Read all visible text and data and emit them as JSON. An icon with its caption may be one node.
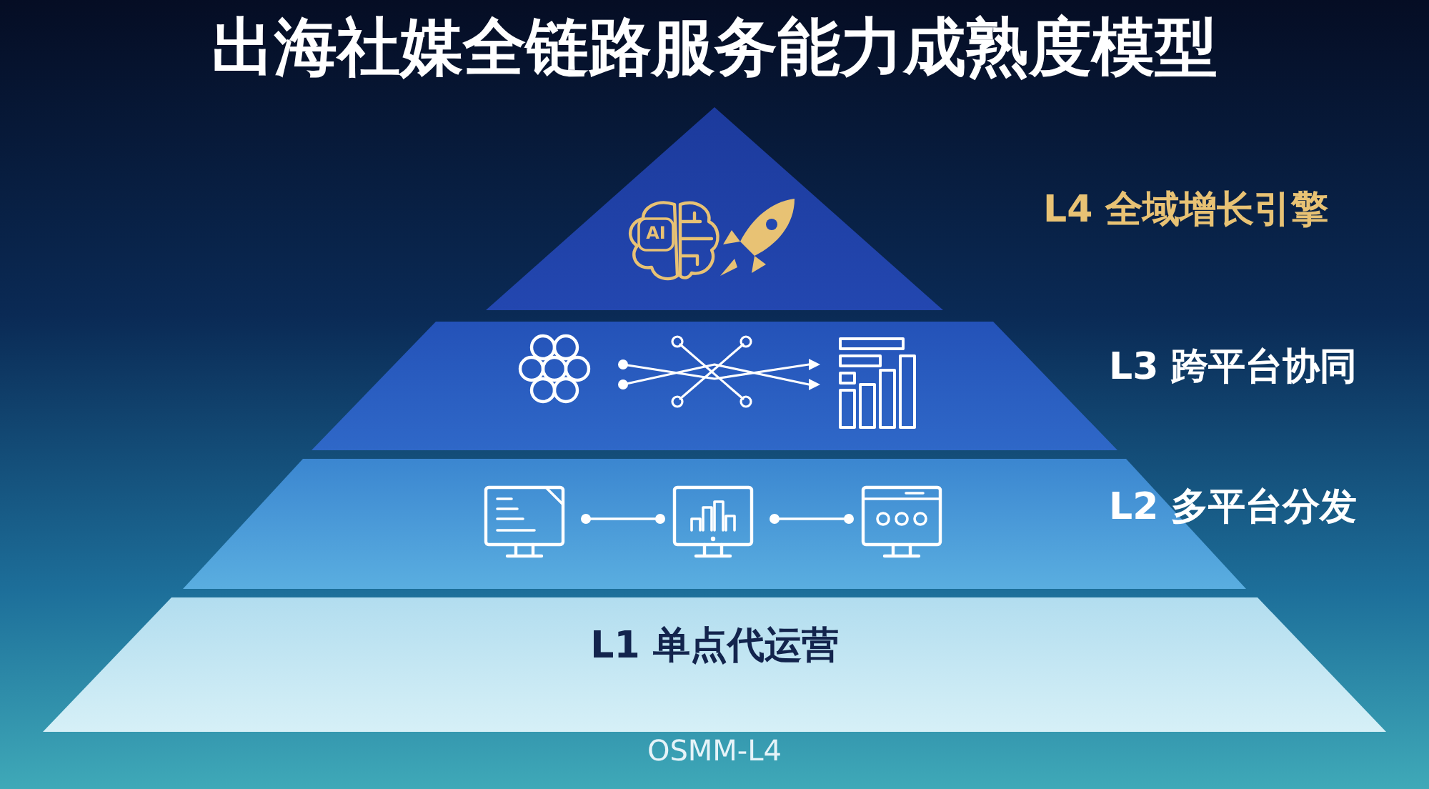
{
  "diagram": {
    "title": "出海社媒全链路服务能力成熟度模型",
    "nodes": [
      {
        "text": [
          "L4 全域增长引擎"
        ]
      },
      {
        "text": [
          "L3 跨平台协同"
        ]
      },
      {
        "text": [
          "L2 多平台分发"
        ]
      },
      {
        "text": [
          "L1 单点代运营"
        ]
      }
    ],
    "labels": [
      "AI",
      "OSMM-L4"
    ]
  }
}
